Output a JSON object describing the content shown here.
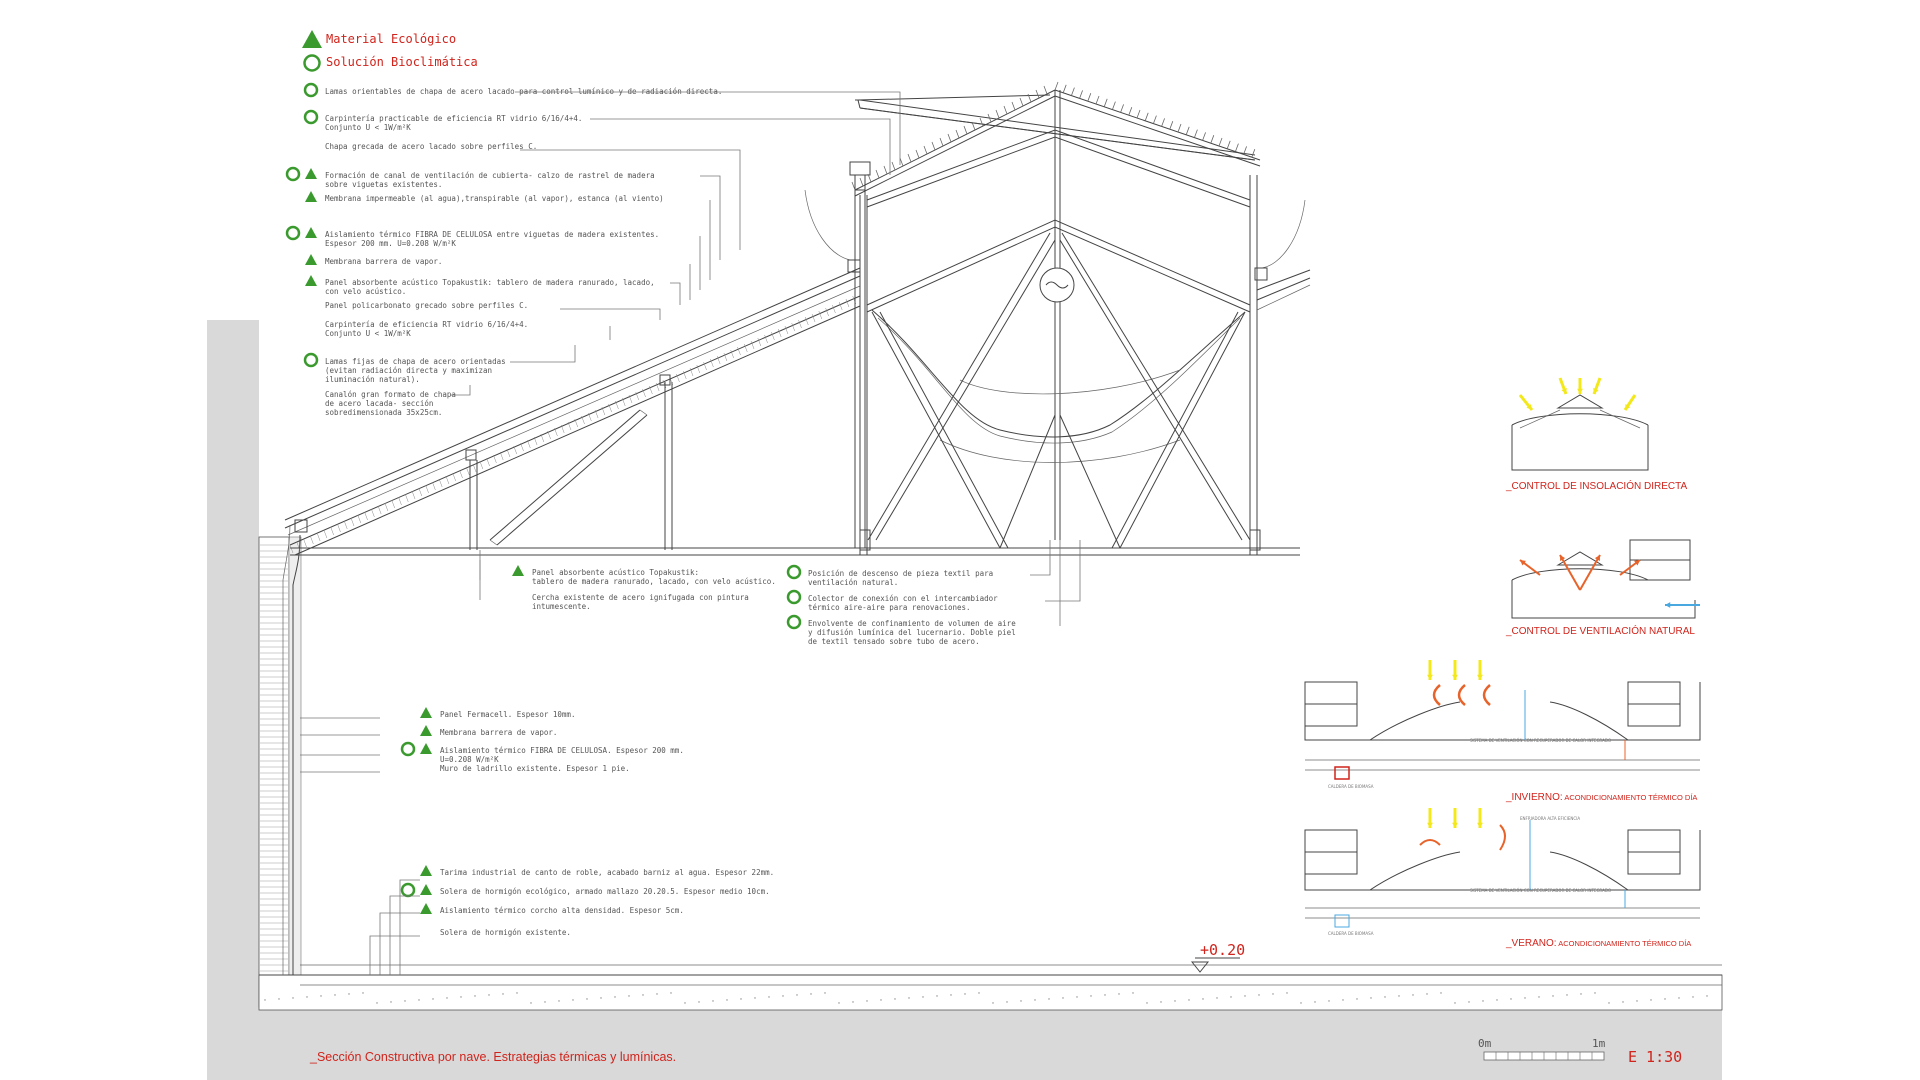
{
  "legend": {
    "material": "Material Ecológico",
    "solution": "Solución Bioclimática"
  },
  "labels": [
    {
      "id": "l1",
      "lines": [
        "Lamas orientables de chapa de acero lacado para control lumínico y de radiación directa."
      ]
    },
    {
      "id": "l2",
      "lines": [
        "Carpintería practicable de eficiencia RT vidrio 6/16/4+4.",
        "Conjunto U < 1W/m²K"
      ]
    },
    {
      "id": "l3",
      "lines": [
        "Chapa grecada de acero lacado sobre perfiles C."
      ]
    },
    {
      "id": "l4",
      "lines": [
        "Formación de canal de ventilación de cubierta- calzo de rastrel de madera",
        "sobre viguetas existentes."
      ]
    },
    {
      "id": "l5",
      "lines": [
        "Membrana impermeable (al agua),transpirable (al vapor), estanca (al viento)"
      ]
    },
    {
      "id": "l6",
      "lines": [
        "Aislamiento térmico FIBRA DE CELULOSA entre viguetas de madera existentes.",
        "Espesor 200 mm. U=0.208 W/m²K"
      ]
    },
    {
      "id": "l7",
      "lines": [
        "Membrana barrera de vapor."
      ]
    },
    {
      "id": "l8",
      "lines": [
        "Panel absorbente acústico Topakustik: tablero de madera ranurado, lacado,",
        "con velo acústico."
      ]
    },
    {
      "id": "l9",
      "lines": [
        "Panel policarbonato grecado sobre perfiles C."
      ]
    },
    {
      "id": "l10",
      "lines": [
        "Carpintería de eficiencia RT vidrio 6/16/4+4.",
        "Conjunto U < 1W/m²K"
      ]
    },
    {
      "id": "l11",
      "lines": [
        "Lamas fijas de chapa de acero orientadas",
        "(evitan radiación directa y maximizan",
        "iluminación natural)."
      ]
    },
    {
      "id": "l12",
      "lines": [
        "Canalón gran formato de chapa",
        "de acero lacada- sección",
        "sobredimensionada 35x25cm."
      ]
    },
    {
      "id": "l13",
      "lines": [
        "Panel absorbente acústico Topakustik:",
        "tablero de madera ranurado, lacado, con velo acústico."
      ]
    },
    {
      "id": "l14",
      "lines": [
        "Cercha existente de acero ignifugada con pintura",
        "intumescente."
      ]
    },
    {
      "id": "l15",
      "lines": [
        "Posición de descenso de pieza textil para",
        "ventilación natural."
      ]
    },
    {
      "id": "l16",
      "lines": [
        "Colector de conexión con el intercambiador",
        "térmico aire-aire para renovaciones."
      ]
    },
    {
      "id": "l17",
      "lines": [
        "Envolvente de confinamiento de volumen de aire",
        "y difusión lumínica del lucernario. Doble piel",
        "de textil tensado sobre tubo de acero."
      ]
    },
    {
      "id": "l18",
      "lines": [
        "Panel Fermacell. Espesor 10mm."
      ]
    },
    {
      "id": "l19",
      "lines": [
        "Membrana barrera de vapor."
      ]
    },
    {
      "id": "l20",
      "lines": [
        "Aislamiento térmico FIBRA DE CELULOSA. Espesor 200 mm.",
        "U=0.208 W/m²K"
      ]
    },
    {
      "id": "l21",
      "lines": [
        "Muro de ladrillo existente. Espesor 1 pie."
      ]
    },
    {
      "id": "l22",
      "lines": [
        "Tarima industrial de canto de roble, acabado barniz al agua. Espesor 22mm."
      ]
    },
    {
      "id": "l23",
      "lines": [
        "Solera de hormigón ecológico, armado mallazo 20.20.5. Espesor medio 10cm."
      ]
    },
    {
      "id": "l24",
      "lines": [
        "Aislamiento térmico corcho alta densidad. Espesor 5cm."
      ]
    },
    {
      "id": "l25",
      "lines": [
        "Solera de hormigón existente."
      ]
    }
  ],
  "level": "+0.20",
  "strategies": {
    "insolation": "_CONTROL DE INSOLACIÓN DIRECTA",
    "ventilation": "_CONTROL DE VENTILACIÓN NATURAL",
    "winter_prefix": "_INVIERNO:",
    "winter_rest": " ACONDICIONAMIENTO TÉRMICO DÍA",
    "summer_prefix": "_VERANO:",
    "summer_rest": " ACONDICIONAMIENTO TÉRMICO DÍA",
    "winter_note": "SISTEMA DE VENTILACIÓN CON RECUPERADOR DE CALOR INTEGRADO",
    "winter_boiler": "CALDERA DE BIOMASA",
    "summer_note": "SISTEMA DE VENTILACIÓN CON RECUPERADOR DE CALOR INTEGRADO",
    "summer_boiler": "CALDERA DE BIOMASA",
    "summer_top": "ENFRIADORA ALTA EFICIENCIA"
  },
  "caption": "_Sección Constructiva por nave. Estrategias térmicas y lumínicas.",
  "scale": {
    "left": "0m",
    "right": "1m",
    "ratio": "E 1:30"
  },
  "colors": {
    "green": "#3a9a2e",
    "red": "#d0241c",
    "yellow": "#f3e81a",
    "orange": "#e8632a",
    "blue": "#4aa8e0"
  }
}
